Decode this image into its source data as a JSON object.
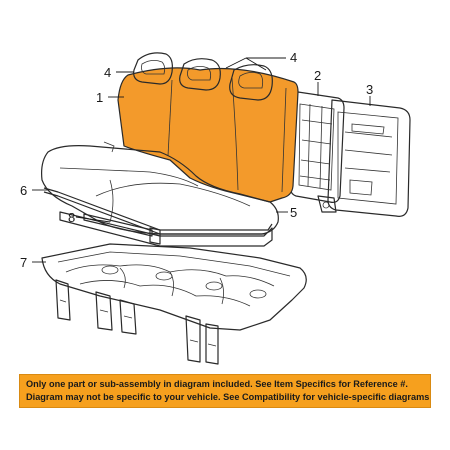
{
  "callouts": {
    "c1": "1",
    "c2": "2",
    "c3": "3",
    "c4a": "4",
    "c4b": "4",
    "c5": "5",
    "c6": "6",
    "c7": "7",
    "c8": "8"
  },
  "banner": {
    "line1": "Only one part or sub-assembly in diagram included. See Item Specifics for Reference #.",
    "line2": "Diagram may not be specific to your vehicle. See Compatibility for vehicle-specific diagrams."
  },
  "colors": {
    "highlight": "#f39a2b",
    "banner": "#f6a01e",
    "outline": "#2a2a2a"
  }
}
